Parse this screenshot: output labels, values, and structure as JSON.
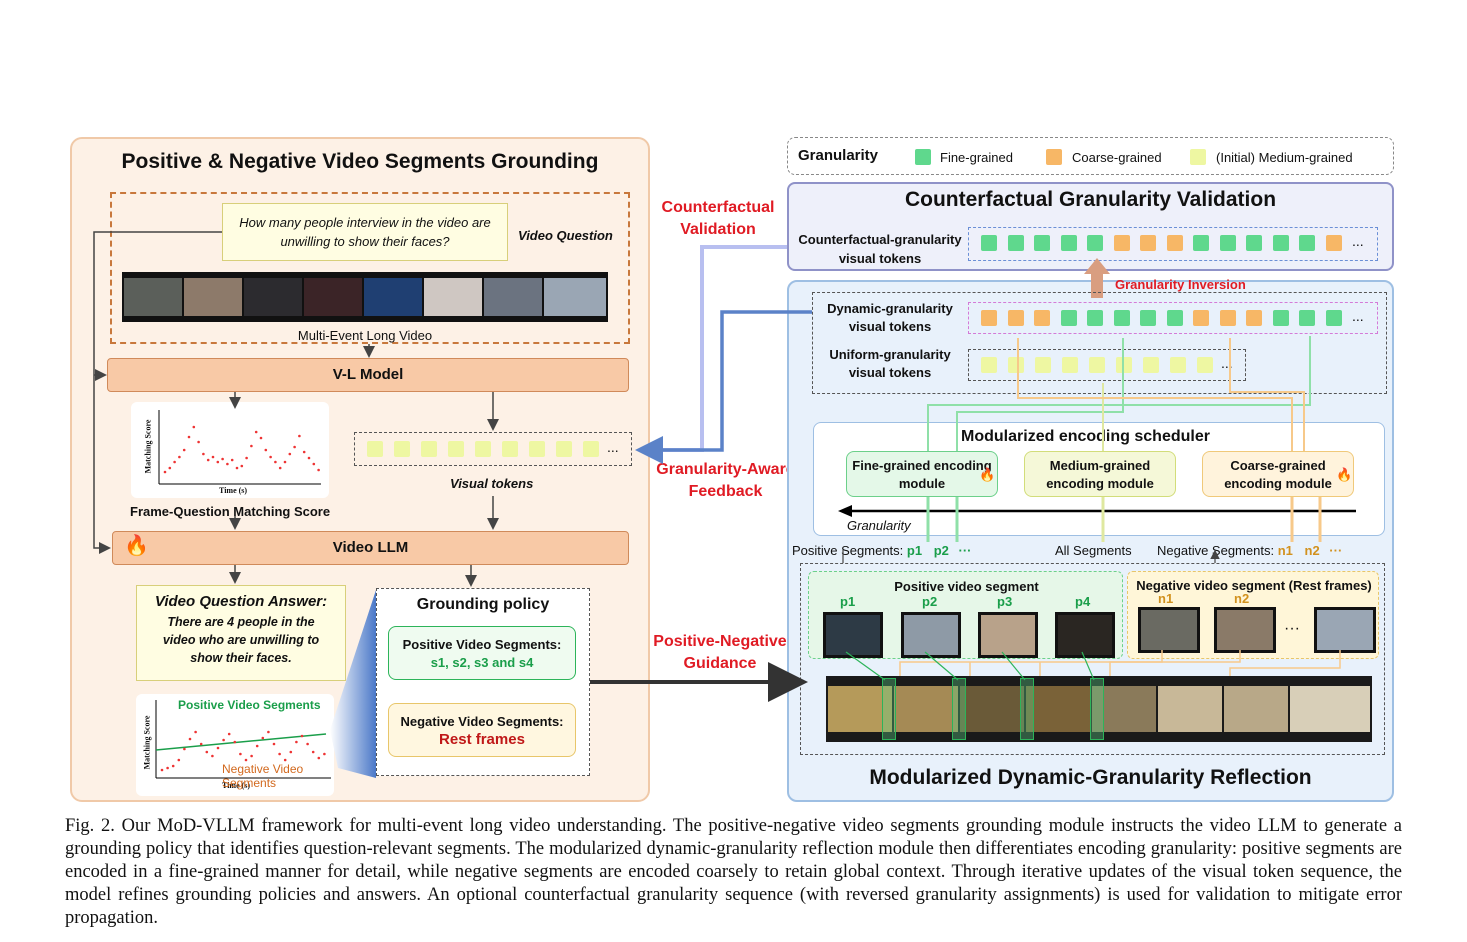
{
  "left_panel": {
    "title": "Positive & Negative Video Segments Grounding",
    "question_text": "How many people interview in the video are unwilling to show their faces?",
    "question_label": "Video Question",
    "video_label": "Multi-Event Long Video",
    "vl_model": "V-L Model",
    "matching_plot": {
      "ylabel": "Matching Score",
      "xlabel": "Time (s)"
    },
    "matching_caption": "Frame-Question Matching Score",
    "visual_tokens_label": "Visual tokens",
    "ellipsis": "...",
    "video_llm": "Video LLM",
    "answer_title": "Video Question Answer:",
    "answer_text": "There are 4 people in the video who are unwilling to show their faces.",
    "policy_title": "Grounding policy",
    "positive_box_title": "Positive Video Segments:",
    "positive_box_value": "s1, s2, s3 and s4",
    "negative_box_title": "Negative Video Segments:",
    "negative_box_value": "Rest frames",
    "seg_plot": {
      "ylabel": "Matching Score",
      "xlabel": "Time (s)",
      "positive_label": "Positive Video Segments",
      "negative_label": "Negative Video Segments"
    }
  },
  "middle": {
    "counterfactual": "Counterfactual Validation",
    "feedback": "Granularity-Aware Feedback",
    "guidance": "Positive-Negative Guidance"
  },
  "legend": {
    "title": "Granularity",
    "fine": "Fine-grained",
    "coarse": "Coarse-grained",
    "medium": "(Initial) Medium-grained"
  },
  "right_top": {
    "title": "Counterfactual Granularity Validation",
    "tokens_label": "Counterfactual-granularity visual tokens",
    "inversion": "Granularity Inversion",
    "sequence": [
      "g",
      "g",
      "g",
      "g",
      "g",
      "o",
      "o",
      "o",
      "g",
      "g",
      "g",
      "g",
      "g",
      "o"
    ]
  },
  "right": {
    "dynamic_label": "Dynamic-granularity visual tokens",
    "dynamic_sequence": [
      "o",
      "o",
      "o",
      "g",
      "g",
      "g",
      "g",
      "g",
      "o",
      "o",
      "o",
      "g",
      "g",
      "g"
    ],
    "uniform_label": "Uniform-granularity visual tokens",
    "scheduler_title": "Modularized encoding scheduler",
    "fine_module": "Fine-grained encoding module",
    "medium_module": "Medium-grained encoding module",
    "coarse_module": "Coarse-grained encoding module",
    "granularity_axis": "Granularity",
    "positive_segments": "Positive Segments:",
    "p1": "p1",
    "p2": "p2",
    "dots": "···",
    "all_segments": "All Segments",
    "negative_segments": "Negative Segments:",
    "n1": "n1",
    "n2": "n2",
    "positive_video_segment": "Positive video segment",
    "pos_labels": [
      "p1",
      "p2",
      "p3",
      "p4"
    ],
    "negative_video_segment": "Negative video segment (Rest frames)",
    "neg_labels": [
      "n1",
      "n2"
    ],
    "title": "Modularized Dynamic-Granularity Reflection"
  },
  "caption": "Fig. 2.  Our MoD-VLLM framework for multi-event long video understanding. The positive-negative video segments grounding module instructs the video LLM to generate a grounding policy that identifies question-relevant segments. The modularized dynamic-granularity reflection module then differentiates encoding granularity: positive segments are encoded in a fine-grained manner for detail, while negative segments are encoded coarsely to retain global context. Through iterative updates of the visual token sequence, the model refines grounding policies and answers. An optional counterfactual granularity sequence (with reversed granularity assignments) is used for validation to mitigate error propagation."
}
